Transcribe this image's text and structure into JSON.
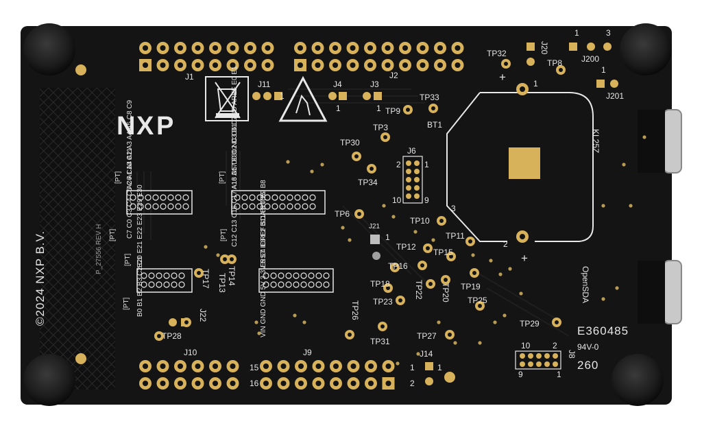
{
  "board": {
    "brand": "NXP",
    "copyright": "©2024 NXP B.V.",
    "rev": "P_27556 REV H",
    "cert": "E360485",
    "flammability": "94V-0",
    "date_code": "260",
    "mcu_label": "KL25Z",
    "debug_label": "OpenSDA",
    "colors": {
      "pcb": "#141414",
      "silkscreen": "#e8e8e8",
      "pad_gold": "#d8b25a",
      "bumper": "#1e1e1e"
    }
  },
  "labels": {
    "J1": "J1",
    "J2": "J2",
    "J3": "J3",
    "J4": "J4",
    "J6": "J6",
    "J8": "J8",
    "J9": "J9",
    "J10": "J10",
    "J11": "J11",
    "J14": "J14",
    "J20": "J20",
    "J21": "J21",
    "J22": "J22",
    "J200": "J200",
    "J201": "J201",
    "BT1": "BT1",
    "one": "1",
    "two": "2",
    "three": "3",
    "nine": "9",
    "ten": "10",
    "fifteen": "15",
    "sixteen": "16",
    "TP3": "TP3",
    "TP6": "TP6",
    "TP8": "TP8",
    "TP9": "TP9",
    "TP10": "TP10",
    "TP11": "TP11",
    "TP12": "TP12",
    "TP13": "TP13",
    "TP14": "TP14",
    "TP15": "TP15",
    "TP16": "TP16",
    "TP17": "TP17",
    "TP18": "TP18",
    "TP19": "TP19",
    "TP20": "TP20",
    "TP22": "TP22",
    "TP23": "TP23",
    "TP25": "TP25",
    "TP26": "TP26",
    "TP27": "TP27",
    "TP28": "TP28",
    "TP29": "TP29",
    "TP30": "TP30",
    "TP31": "TP31",
    "TP32": "TP32",
    "TP33": "TP33",
    "TP34": "TP34",
    "pt": "[PT]",
    "plus": "+"
  },
  "pin_legends": {
    "j1_top": "A2 A1 A4 A2 A3 A4 A5 C8 C9",
    "j1_bottom": "C7 C0 C3 C4 C5 C6 C10 C11",
    "j2_top": "A13 D5 D0 D2 D3 D1 GND AREF E0 E1",
    "j2_bottom": "C12 C13 C16 C17 A16 A17 E31 NC D6 D7",
    "j10_top": "E20 E21 E22 E23 E29 E30",
    "j10_bottom": "B0 B1 B2 B3 C2 C1",
    "j9_top": "E5 E4 E3 E2 B11 B10 B9 B8",
    "j9_bottom": "VIN GND GND 5V 3.3V RST IOREF SDA PTD5"
  }
}
